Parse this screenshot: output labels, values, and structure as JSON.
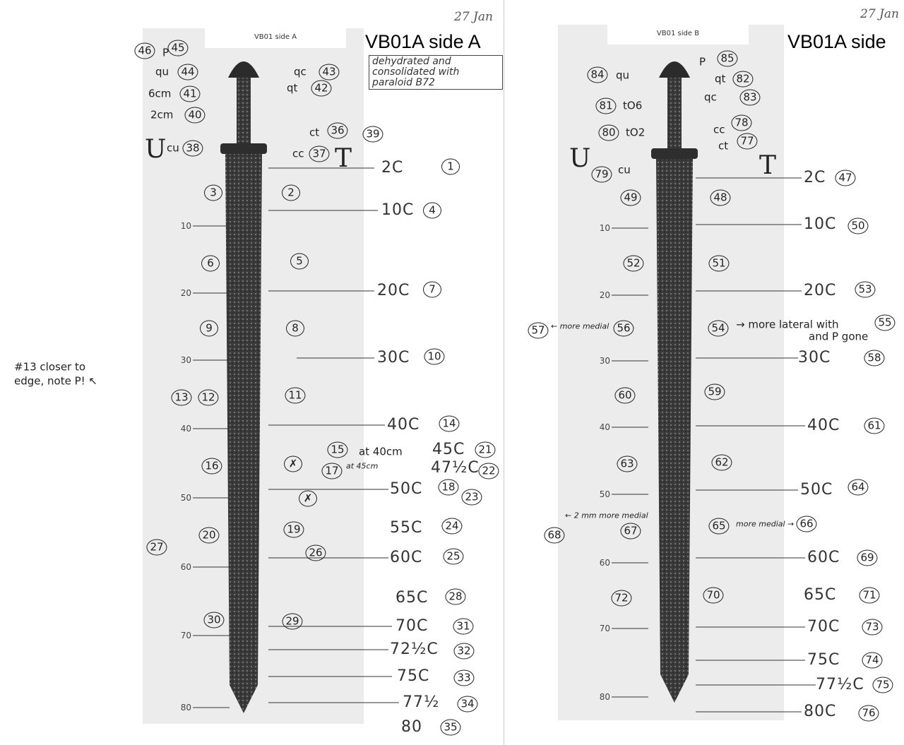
{
  "side_a": {
    "header": "VB01     side A",
    "title": "VB01A side A",
    "date": "27 Jan",
    "note": "dehydrated and consolidated with paraloid B72",
    "ruler": [
      "10",
      "20",
      "30",
      "40",
      "50",
      "60",
      "70",
      "80"
    ],
    "labels": [
      {
        "t": "46",
        "c": true
      },
      {
        "t": "P"
      },
      {
        "t": "45",
        "c": true
      },
      {
        "t": "qu"
      },
      {
        "t": "44",
        "c": true
      },
      {
        "t": "qc"
      },
      {
        "t": "43",
        "c": true
      },
      {
        "t": "qt"
      },
      {
        "t": "42",
        "c": true
      },
      {
        "t": "6cm"
      },
      {
        "t": "41",
        "c": true
      },
      {
        "t": "2cm"
      },
      {
        "t": "40",
        "c": true
      },
      {
        "t": "ct"
      },
      {
        "t": "36",
        "c": true
      },
      {
        "t": "39",
        "c": true
      },
      {
        "t": "U",
        "s": "huge"
      },
      {
        "t": "cu"
      },
      {
        "t": "38",
        "c": true
      },
      {
        "t": "cc"
      },
      {
        "t": "37",
        "c": true
      },
      {
        "t": "T",
        "s": "huge"
      },
      {
        "t": "2C",
        "s": "big"
      },
      {
        "t": "1",
        "c": true
      },
      {
        "t": "3",
        "c": true
      },
      {
        "t": "2",
        "c": true
      },
      {
        "t": "10C",
        "s": "big"
      },
      {
        "t": "4",
        "c": true
      },
      {
        "t": "6",
        "c": true
      },
      {
        "t": "5",
        "c": true
      },
      {
        "t": "20C",
        "s": "big"
      },
      {
        "t": "7",
        "c": true
      },
      {
        "t": "9",
        "c": true
      },
      {
        "t": "8",
        "c": true
      },
      {
        "t": "30C",
        "s": "big"
      },
      {
        "t": "10",
        "c": true
      },
      {
        "t": "#13 closer to"
      },
      {
        "t": "edge, note P! ↖"
      },
      {
        "t": "13",
        "c": true
      },
      {
        "t": "12",
        "c": true
      },
      {
        "t": "11",
        "c": true
      },
      {
        "t": "40C",
        "s": "big"
      },
      {
        "t": "14",
        "c": true
      },
      {
        "t": "15",
        "c": true
      },
      {
        "t": "at 40cm"
      },
      {
        "t": "45C",
        "s": "big"
      },
      {
        "t": "21",
        "c": true
      },
      {
        "t": "16",
        "c": true
      },
      {
        "t": "✗",
        "c": true
      },
      {
        "t": "17",
        "c": true
      },
      {
        "t": "at 45cm",
        "s": "sm"
      },
      {
        "t": "47½C",
        "s": "big"
      },
      {
        "t": "22",
        "c": true
      },
      {
        "t": "50C",
        "s": "big"
      },
      {
        "t": "18",
        "c": true
      },
      {
        "t": "✗",
        "c": true
      },
      {
        "t": "23",
        "c": true
      },
      {
        "t": "20",
        "c": true
      },
      {
        "t": "19",
        "c": true
      },
      {
        "t": "55C",
        "s": "big"
      },
      {
        "t": "24",
        "c": true
      },
      {
        "t": "27",
        "c": true
      },
      {
        "t": "26",
        "c": true
      },
      {
        "t": "60C",
        "s": "big"
      },
      {
        "t": "25",
        "c": true
      },
      {
        "t": "65C",
        "s": "big"
      },
      {
        "t": "28",
        "c": true
      },
      {
        "t": "30",
        "c": true
      },
      {
        "t": "29",
        "c": true
      },
      {
        "t": "70C",
        "s": "big"
      },
      {
        "t": "31",
        "c": true
      },
      {
        "t": "72½C",
        "s": "big"
      },
      {
        "t": "32",
        "c": true
      },
      {
        "t": "75C",
        "s": "big"
      },
      {
        "t": "33",
        "c": true
      },
      {
        "t": "77½",
        "s": "big"
      },
      {
        "t": "34",
        "c": true
      },
      {
        "t": "80",
        "s": "big"
      },
      {
        "t": "35",
        "c": true
      }
    ]
  },
  "side_b": {
    "header": "VB01     side B",
    "title": "VB01A side",
    "date": "27 Jan",
    "ruler": [
      "10",
      "20",
      "30",
      "40",
      "50",
      "60",
      "70",
      "80"
    ],
    "labels": [
      {
        "t": "P"
      },
      {
        "t": "85",
        "c": true
      },
      {
        "t": "84",
        "c": true
      },
      {
        "t": "qu"
      },
      {
        "t": "qt"
      },
      {
        "t": "82",
        "c": true
      },
      {
        "t": "qc"
      },
      {
        "t": "83",
        "c": true
      },
      {
        "t": "81",
        "c": true
      },
      {
        "t": "tO6"
      },
      {
        "t": "cc"
      },
      {
        "t": "78",
        "c": true
      },
      {
        "t": "80",
        "c": true
      },
      {
        "t": "tO2"
      },
      {
        "t": "ct"
      },
      {
        "t": "77",
        "c": true
      },
      {
        "t": "U",
        "s": "huge"
      },
      {
        "t": "79",
        "c": true
      },
      {
        "t": "cu"
      },
      {
        "t": "T",
        "s": "huge"
      },
      {
        "t": "2C",
        "s": "big"
      },
      {
        "t": "47",
        "c": true
      },
      {
        "t": "49",
        "c": true
      },
      {
        "t": "48",
        "c": true
      },
      {
        "t": "10C",
        "s": "big"
      },
      {
        "t": "50",
        "c": true
      },
      {
        "t": "52",
        "c": true
      },
      {
        "t": "51",
        "c": true
      },
      {
        "t": "20C",
        "s": "big"
      },
      {
        "t": "53",
        "c": true
      },
      {
        "t": "57",
        "c": true
      },
      {
        "t": "← more medial",
        "s": "sm"
      },
      {
        "t": "56",
        "c": true
      },
      {
        "t": "54",
        "c": true
      },
      {
        "t": "→ more lateral with"
      },
      {
        "t": "55",
        "c": true
      },
      {
        "t": "and P gone"
      },
      {
        "t": "30C",
        "s": "big"
      },
      {
        "t": "58",
        "c": true
      },
      {
        "t": "60",
        "c": true
      },
      {
        "t": "59",
        "c": true
      },
      {
        "t": "40C",
        "s": "big"
      },
      {
        "t": "61",
        "c": true
      },
      {
        "t": "63",
        "c": true
      },
      {
        "t": "62",
        "c": true
      },
      {
        "t": "50C",
        "s": "big"
      },
      {
        "t": "64",
        "c": true
      },
      {
        "t": "68",
        "c": true
      },
      {
        "t": "← 2 mm more medial",
        "s": "sm"
      },
      {
        "t": "67",
        "c": true
      },
      {
        "t": "65",
        "c": true
      },
      {
        "t": "more medial →",
        "s": "sm"
      },
      {
        "t": "66",
        "c": true
      },
      {
        "t": "60C",
        "s": "big"
      },
      {
        "t": "69",
        "c": true
      },
      {
        "t": "72",
        "c": true
      },
      {
        "t": "70",
        "c": true
      },
      {
        "t": "65C",
        "s": "big"
      },
      {
        "t": "71",
        "c": true
      },
      {
        "t": "70C",
        "s": "big"
      },
      {
        "t": "73",
        "c": true
      },
      {
        "t": "75C",
        "s": "big"
      },
      {
        "t": "74",
        "c": true
      },
      {
        "t": "77½C",
        "s": "big"
      },
      {
        "t": "75",
        "c": true
      },
      {
        "t": "80C",
        "s": "big"
      },
      {
        "t": "76",
        "c": true
      }
    ]
  }
}
